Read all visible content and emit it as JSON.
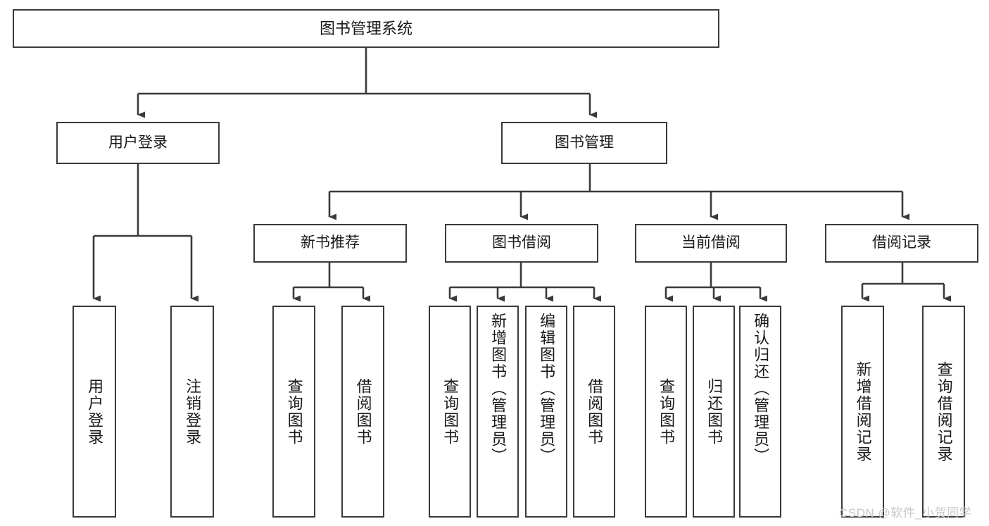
{
  "diagram": {
    "title": "图书管理系统",
    "type": "tree",
    "background_color": "#ffffff",
    "line_color": "#3a3a3a",
    "text_color": "#1a1a1a",
    "nodes": {
      "root": {
        "label": "图书管理系统"
      },
      "level2": [
        {
          "id": "user_login",
          "label": "用户登录"
        },
        {
          "id": "book_manage",
          "label": "图书管理"
        }
      ],
      "level3": [
        {
          "id": "new_book_rec",
          "label": "新书推荐"
        },
        {
          "id": "book_borrow",
          "label": "图书借阅"
        },
        {
          "id": "current_borrow",
          "label": "当前借阅"
        },
        {
          "id": "borrow_record",
          "label": "借阅记录"
        }
      ],
      "leaves": {
        "user_login": [
          {
            "id": "leaf_user_login",
            "label": "用户登录"
          },
          {
            "id": "leaf_logout",
            "label": "注销登录"
          }
        ],
        "new_book_rec": [
          {
            "id": "leaf_query_book_1",
            "label": "查询图书"
          },
          {
            "id": "leaf_borrow_book_1",
            "label": "借阅图书"
          }
        ],
        "book_borrow": [
          {
            "id": "leaf_query_book_2",
            "label": "查询图书"
          },
          {
            "id": "leaf_add_book",
            "label": "新增图书（管理员）"
          },
          {
            "id": "leaf_edit_book",
            "label": "编辑图书（管理员）"
          },
          {
            "id": "leaf_borrow_book_2",
            "label": "借阅图书"
          }
        ],
        "current_borrow": [
          {
            "id": "leaf_query_book_3",
            "label": "查询图书"
          },
          {
            "id": "leaf_return_book",
            "label": "归还图书"
          },
          {
            "id": "leaf_confirm_return",
            "label": "确认归还（管理员）"
          }
        ],
        "borrow_record": [
          {
            "id": "leaf_add_record",
            "label": "新增借阅记录"
          },
          {
            "id": "leaf_query_record",
            "label": "查询借阅记录"
          }
        ]
      }
    },
    "watermark": "CSDN @软件_小贺同学"
  }
}
